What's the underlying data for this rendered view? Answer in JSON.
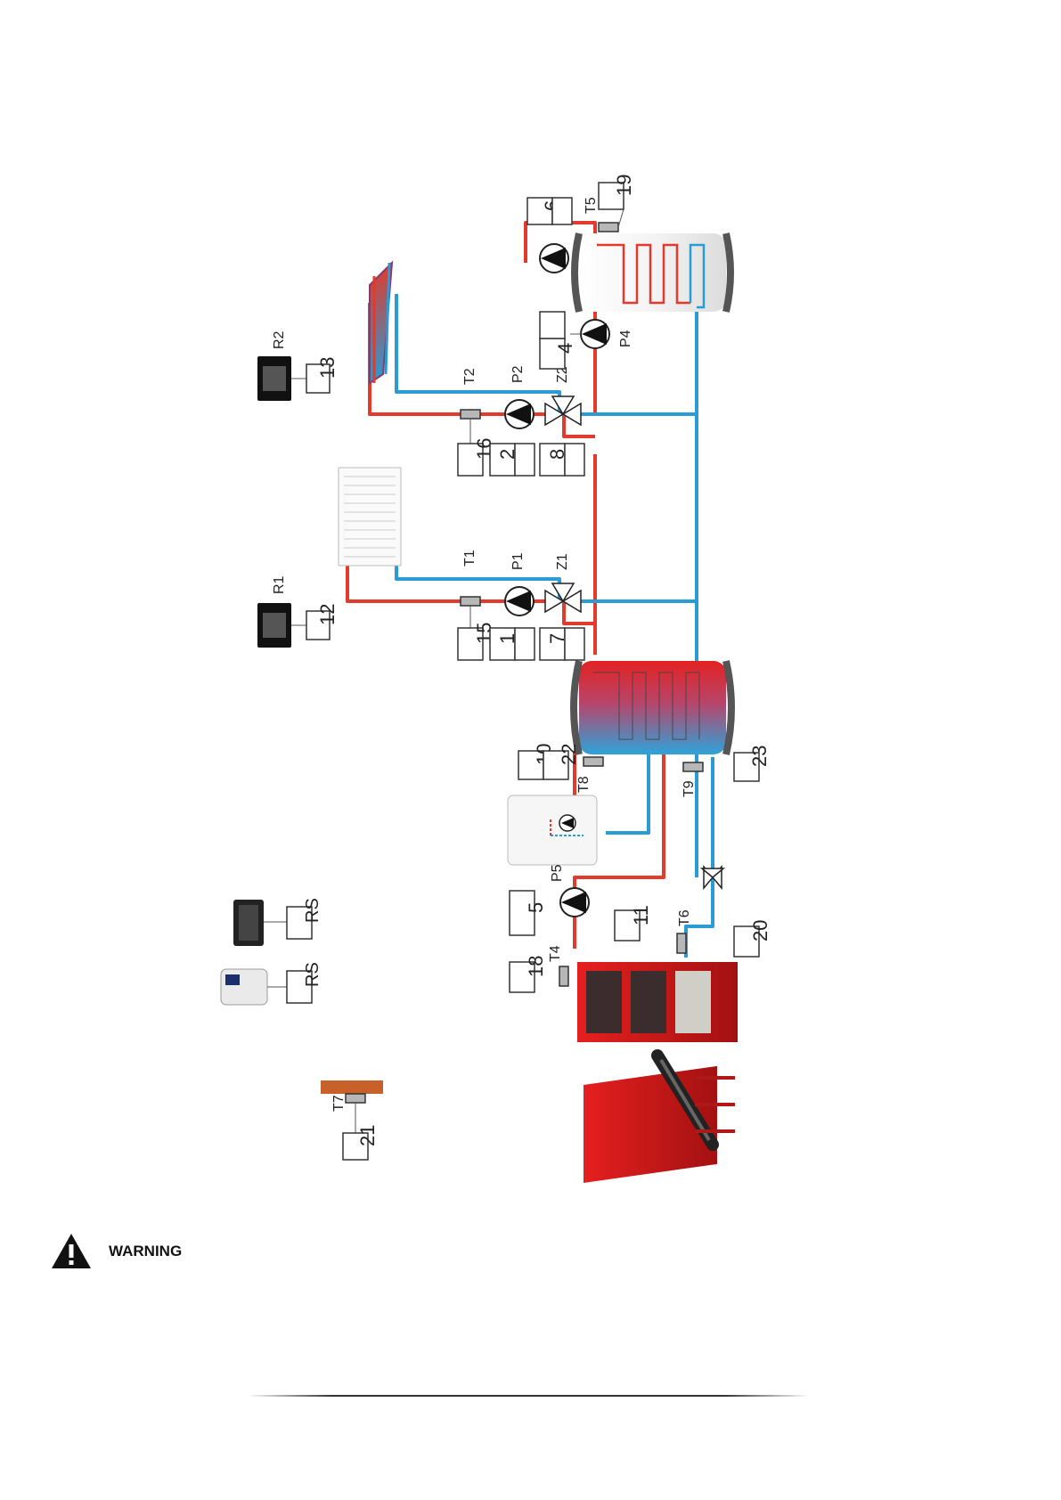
{
  "warning": {
    "label": "WARNING",
    "icon": "warning-triangle-icon"
  },
  "colors": {
    "hot": "#e23a2c",
    "cold": "#2b9bd3",
    "boiler": "#d81e1e"
  },
  "diagram": {
    "sensors": [
      "T1",
      "T2",
      "T4",
      "T5",
      "T6",
      "T7",
      "T8",
      "T9"
    ],
    "pumps": [
      "P1",
      "P2",
      "P4",
      "P5"
    ],
    "valves": [
      "Z1",
      "Z2"
    ],
    "regulators": [
      "R1",
      "R2",
      "RS",
      "RS"
    ],
    "terminals": [
      "1",
      "2",
      "4",
      "5",
      "6",
      "7",
      "8",
      "10",
      "11",
      "12",
      "13",
      "15",
      "16",
      "18",
      "19",
      "20",
      "21",
      "22",
      "23"
    ]
  }
}
